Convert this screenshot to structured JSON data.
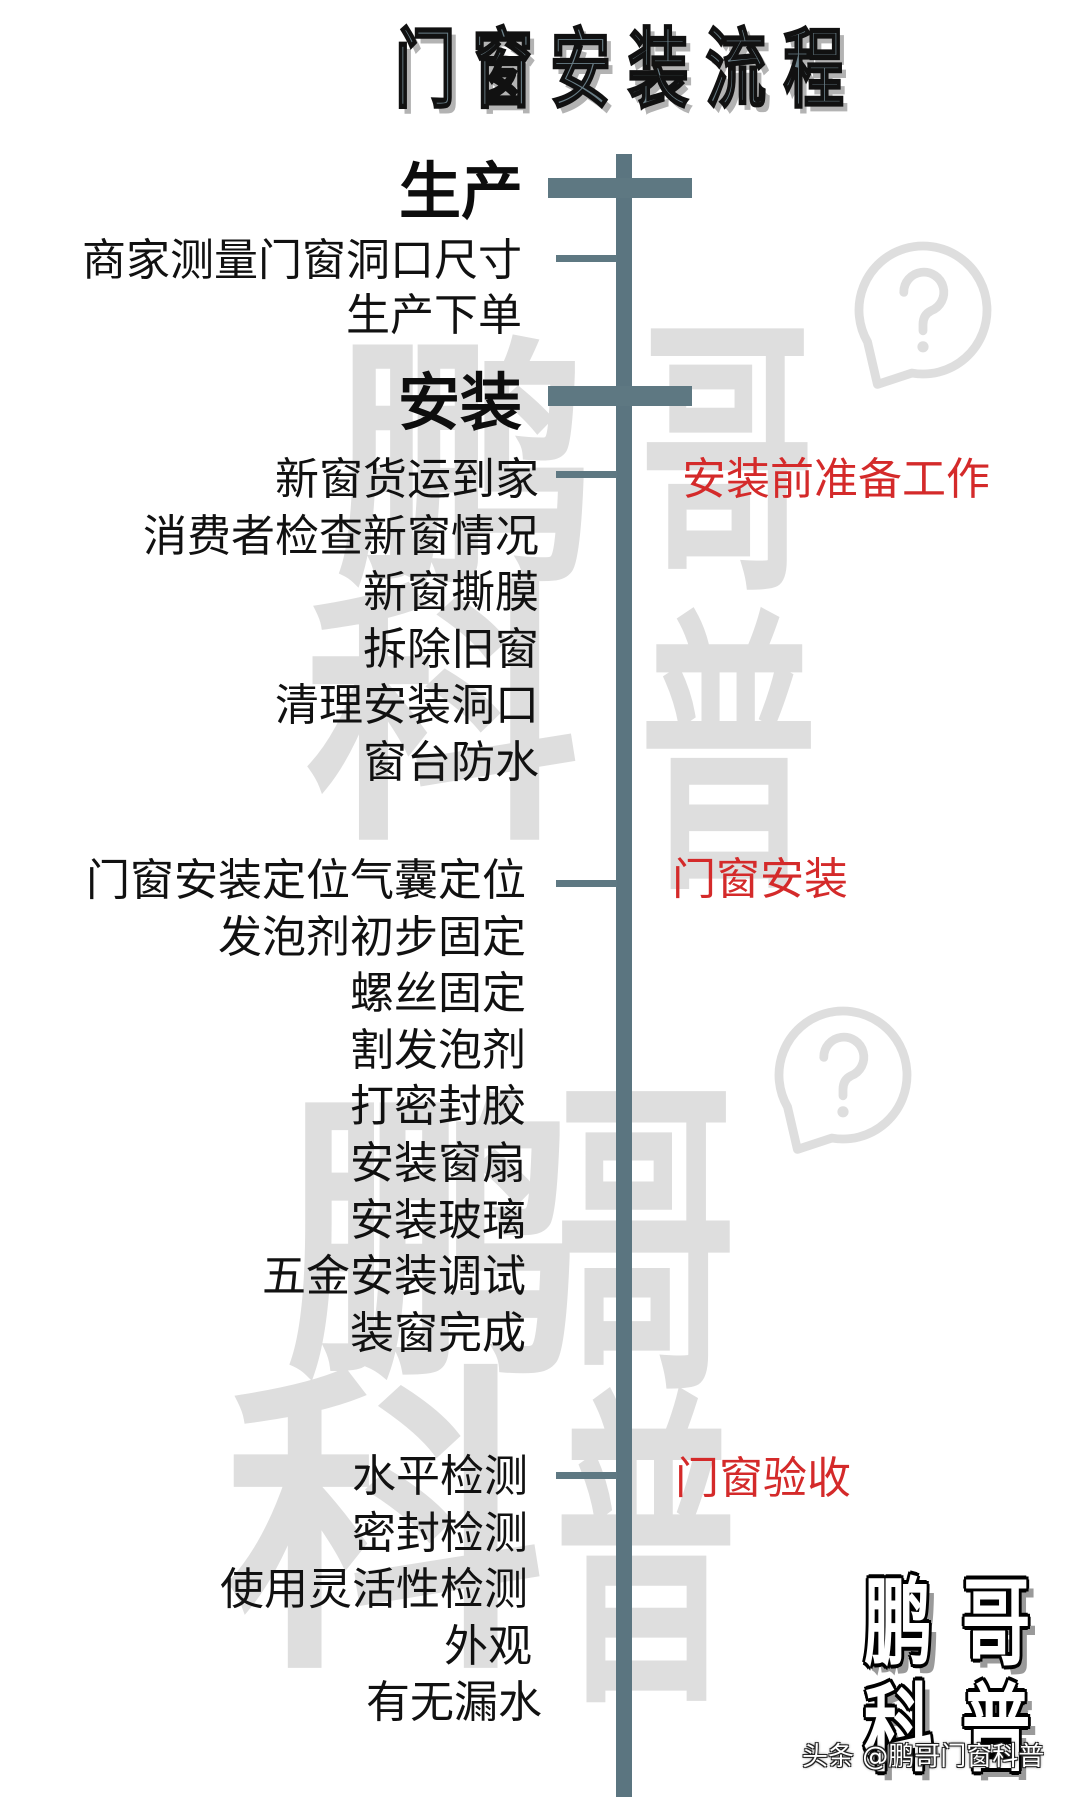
{
  "title": "门窗安装流程",
  "colors": {
    "title_fill": "#6a7f88",
    "timeline_line": "#5e7882",
    "stage_label": "#d42a2a",
    "text": "#111111",
    "watermark": "#dedede",
    "background": "#ffffff"
  },
  "timeline": {
    "sections": [
      {
        "heading": "生产",
        "items": [
          "商家测量门窗洞口尺寸",
          "生产下单"
        ]
      },
      {
        "heading": "安装",
        "stage_label": "安装前准备工作",
        "items": [
          "新窗货运到家",
          "消费者检查新窗情况",
          "新窗撕膜",
          "拆除旧窗",
          "清理安装洞口",
          "窗台防水"
        ]
      },
      {
        "stage_label": "门窗安装",
        "items": [
          "门窗安装定位气囊定位",
          "发泡剂初步固定",
          "螺丝固定",
          "割发泡剂",
          "打密封胶",
          "安装窗扇",
          "安装玻璃",
          "五金安装调试",
          "装窗完成"
        ]
      },
      {
        "stage_label": "门窗验收",
        "items": [
          "水平检测",
          "密封检测",
          "使用灵活性检测",
          "外观",
          "有无漏水"
        ]
      }
    ]
  },
  "watermark": {
    "chars": [
      "鹏",
      "哥",
      "科",
      "普"
    ],
    "icon": "question-bubble-icon"
  },
  "logo": {
    "row1": "鹏哥",
    "row2": "科普"
  },
  "credit": "头条 @鹏哥门窗科普"
}
